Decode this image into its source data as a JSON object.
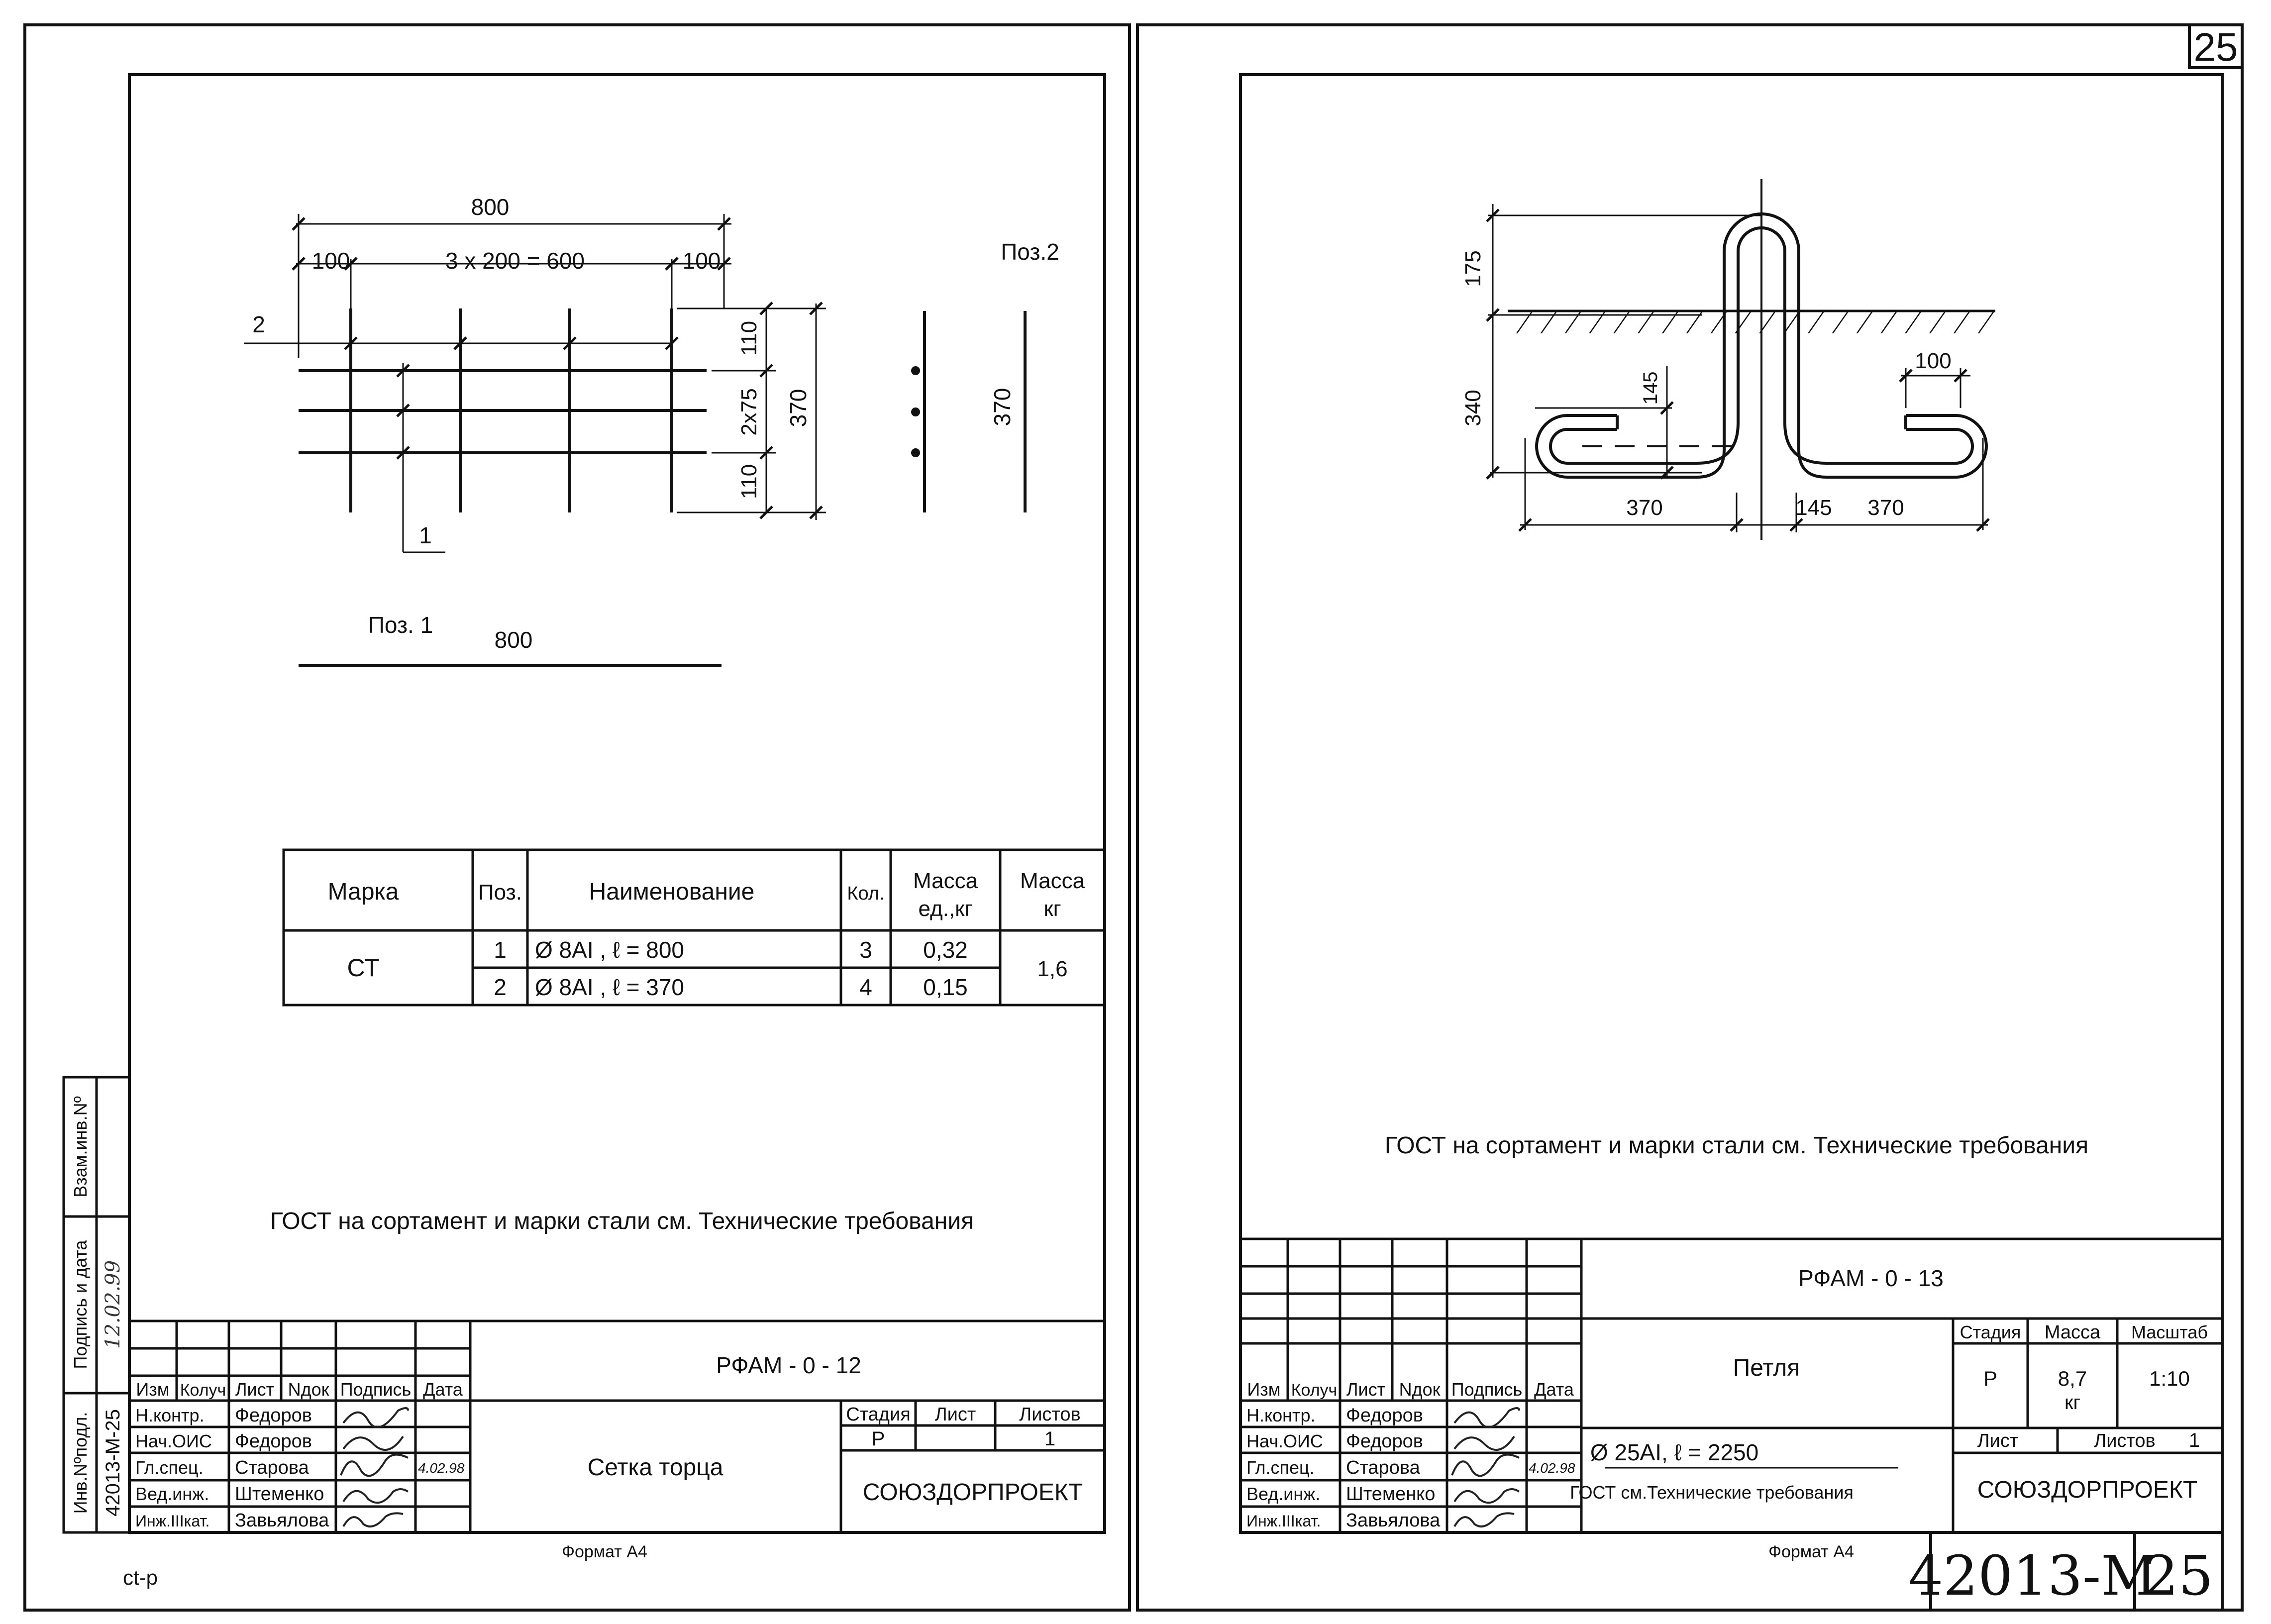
{
  "page_number_corner": "25",
  "left": {
    "dims": {
      "overall": "800",
      "edge_left": "100",
      "span": "3 x 200 = 600",
      "edge_right": "100",
      "h1": "110",
      "h2": "2x75",
      "h3": "110",
      "height_total": "370",
      "pos1_length": "800",
      "pos2_length": "370"
    },
    "leaders": {
      "a": "2",
      "b": "1"
    },
    "pos1_label": "Поз. 1",
    "pos2_label": "Поз.2",
    "spec": {
      "headers": {
        "mark": "Марка",
        "pos": "Поз.",
        "name": "Наименование",
        "qty": "Кол.",
        "unit_mass": "Масса ед.,кг",
        "mass": "Масса кг"
      },
      "mark": "СТ",
      "rows": [
        {
          "pos": "1",
          "name": "Ø 8АI ,   ℓ  =  800",
          "qty": "3",
          "unit_mass": "0,32"
        },
        {
          "pos": "2",
          "name": "Ø 8АI ,   ℓ  =  370",
          "qty": "4",
          "unit_mass": "0,15"
        }
      ],
      "total_mass": "1,6"
    },
    "note": "ГОСТ на сортамент и марки стали см. Технические требования",
    "title_block": {
      "code": "РФАМ  -  0  -  12",
      "name": "Сетка торца",
      "stage_h": "Стадия",
      "sheet_h": "Лист",
      "sheets_h": "Листов",
      "stage": "Р",
      "sheets": "1",
      "org": "СОЮЗДОРПРОЕКТ",
      "col_headers": [
        "Изм",
        "Колуч",
        "Лист",
        "Nдок",
        "Подпись",
        "Дата"
      ],
      "people": [
        {
          "role": "Н.контр.",
          "name": "Федоров",
          "date": ""
        },
        {
          "role": "Нач.ОИС",
          "name": "Федоров",
          "date": ""
        },
        {
          "role": "Гл.спец.",
          "name": "Старова",
          "date": "4.02.98"
        },
        {
          "role": "Вед.инж.",
          "name": "Штеменко",
          "date": ""
        },
        {
          "role": "Инж.IIIкат.",
          "name": "Завьялова",
          "date": ""
        }
      ],
      "format": "Формат А4"
    },
    "side_stamp": {
      "vz": "Взам.инв.Nº",
      "sign": "Подпись и дата",
      "inv": "Инв.Nºподл.",
      "inv_no": "42013-М-25",
      "sign_handwritten": "12.02.99"
    },
    "footer_note": "ct-p"
  },
  "right": {
    "dims": {
      "d175": "175",
      "d340": "340",
      "d145v": "145",
      "d100": "100",
      "d370a": "370",
      "d145": "145",
      "d370b": "370"
    },
    "note": "ГОСТ на сортамент и марки стали см. Технические требования",
    "title_block": {
      "code": "РФАМ  -  0  -  13",
      "name": "Петля",
      "stage_h": "Стадия",
      "mass_h": "Масса",
      "scale_h": "Масштаб",
      "stage": "Р",
      "mass": "8,7",
      "mass_unit": "кг",
      "scale": "1:10",
      "sheet_h": "Лист",
      "sheets_h": "Листов",
      "sheets": "1",
      "material": "Ø  25АI,  ℓ  =  2250",
      "material_note": "ГОСТ см.Технические требования",
      "org": "СОЮЗДОРПРОЕКТ",
      "col_headers": [
        "Изм",
        "Колуч",
        "Лист",
        "Nдок",
        "Подпись",
        "Дата"
      ],
      "people": [
        {
          "role": "Н.контр.",
          "name": "Федоров",
          "date": ""
        },
        {
          "role": "Нач.ОИС",
          "name": "Федоров",
          "date": ""
        },
        {
          "role": "Гл.спец.",
          "name": "Старова",
          "date": "4.02.98"
        },
        {
          "role": "Вед.инж.",
          "name": "Штеменко",
          "date": ""
        },
        {
          "role": "Инж.IIIкат.",
          "name": "Завьялова",
          "date": ""
        }
      ],
      "format": "Формат А4"
    },
    "album_code": "42013-М",
    "album_sheet": "25"
  }
}
